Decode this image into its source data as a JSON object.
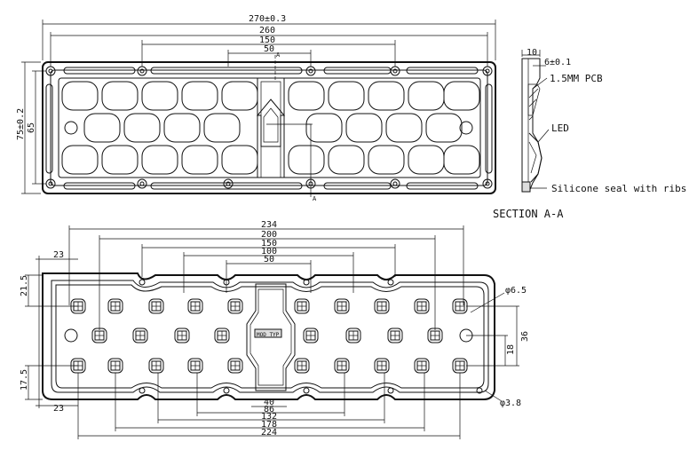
{
  "top_view": {
    "dims_top": [
      "270±0.3",
      "260",
      "150",
      "50"
    ],
    "dims_left": [
      "75±0.2",
      "65"
    ],
    "section_mark": "A",
    "section_mark_bottom": "A"
  },
  "section_view": {
    "dims": [
      "10",
      "6±0.1"
    ],
    "callouts": {
      "pcb": "1.5MM PCB",
      "led": "LED",
      "seal": "Silicone seal with ribs"
    },
    "title": "SECTION A-A"
  },
  "bottom_view": {
    "dims_top": [
      "234",
      "200",
      "150",
      "100",
      "50"
    ],
    "dims_bottom": [
      "40",
      "86",
      "132",
      "178",
      "224"
    ],
    "dims_left": [
      "23",
      "21.5",
      "17.5",
      "23"
    ],
    "dims_right": [
      "36",
      "18"
    ],
    "hole_dia": "φ6.5",
    "mount_dia": "φ3.8",
    "center_label": "MOD TYP"
  },
  "colors": {
    "line": "#111111",
    "background": "#ffffff"
  }
}
